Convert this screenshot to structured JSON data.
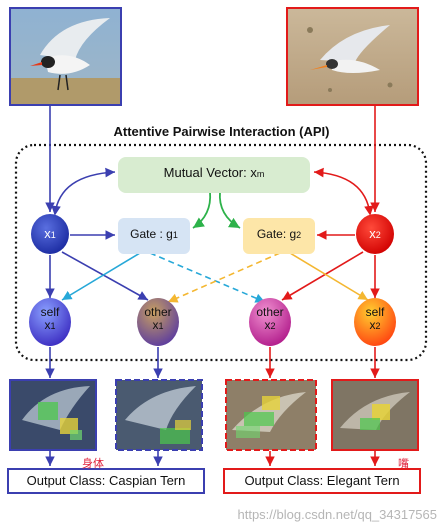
{
  "title": "Attentive Pairwise Interaction (API)",
  "mutual_vector": {
    "label": "Mutual Vector: x",
    "sub": "m"
  },
  "x1": {
    "label": "x",
    "sub": "1"
  },
  "x2": {
    "label": "x",
    "sub": "2"
  },
  "gate1": {
    "label": "Gate : g",
    "sub": "1"
  },
  "gate2": {
    "label": "Gate: g",
    "sub": "2"
  },
  "self_x1": {
    "top": "self",
    "label": "x",
    "sub": "1"
  },
  "other_x1": {
    "top": "other",
    "label": "x",
    "sub": "1"
  },
  "other_x2": {
    "top": "other",
    "label": "x",
    "sub": "2"
  },
  "self_x2": {
    "top": "self",
    "label": "x",
    "sub": "2"
  },
  "output_left": "Output Class: Caspian Tern",
  "output_right": "Output Class: Elegant Tern",
  "annotation_left": "身体",
  "annotation_right": "嘴",
  "watermark": "https://blog.csdn.net/qq_34317565",
  "colors": {
    "blue": "#3b3fb0",
    "red": "#e21a1a",
    "green": "#2db24a",
    "cyan": "#27a8d8",
    "orange": "#f4b731",
    "mutual_fill": "#d8ecd0",
    "gate1_fill": "#d6e4f4",
    "gate2_fill": "#fde6a8"
  }
}
